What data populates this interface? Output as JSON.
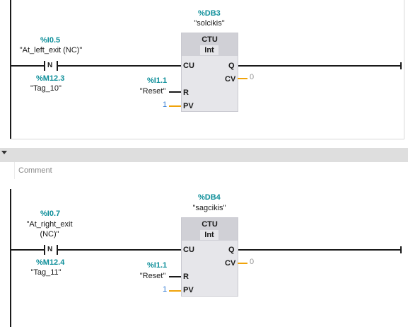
{
  "networks": [
    {
      "block": {
        "db_addr": "%DB3",
        "db_name": "\"solcikis\"",
        "type": "CTU",
        "datatype": "Int",
        "in_cu": "CU",
        "in_r": "R",
        "in_pv": "PV",
        "out_q": "Q",
        "out_cv": "CV",
        "cv_value": "0",
        "pv_value": "1"
      },
      "contact": {
        "addr": "%I0.5",
        "name_line1": "\"At_left_exit (NC)\"",
        "name_line2": "",
        "symbol": "N",
        "edge_addr": "%M12.3",
        "edge_name": "\"Tag_10\""
      },
      "reset": {
        "addr": "%I1.1",
        "name": "\"Reset\""
      }
    },
    {
      "block": {
        "db_addr": "%DB4",
        "db_name": "\"sagcikis\"",
        "type": "CTU",
        "datatype": "Int",
        "in_cu": "CU",
        "in_r": "R",
        "in_pv": "PV",
        "out_q": "Q",
        "out_cv": "CV",
        "cv_value": "0",
        "pv_value": "1"
      },
      "contact": {
        "addr": "%I0.7",
        "name_line1": "\"At_right_exit",
        "name_line2": "(NC)\"",
        "symbol": "N",
        "edge_addr": "%M12.4",
        "edge_name": "\"Tag_11\""
      },
      "reset": {
        "addr": "%I1.1",
        "name": "\"Reset\""
      }
    }
  ],
  "comment_placeholder": "Comment",
  "colors": {
    "address": "#0e8f9a",
    "output_stub": "#f0a30a",
    "pv_value": "#3a7fd5"
  }
}
